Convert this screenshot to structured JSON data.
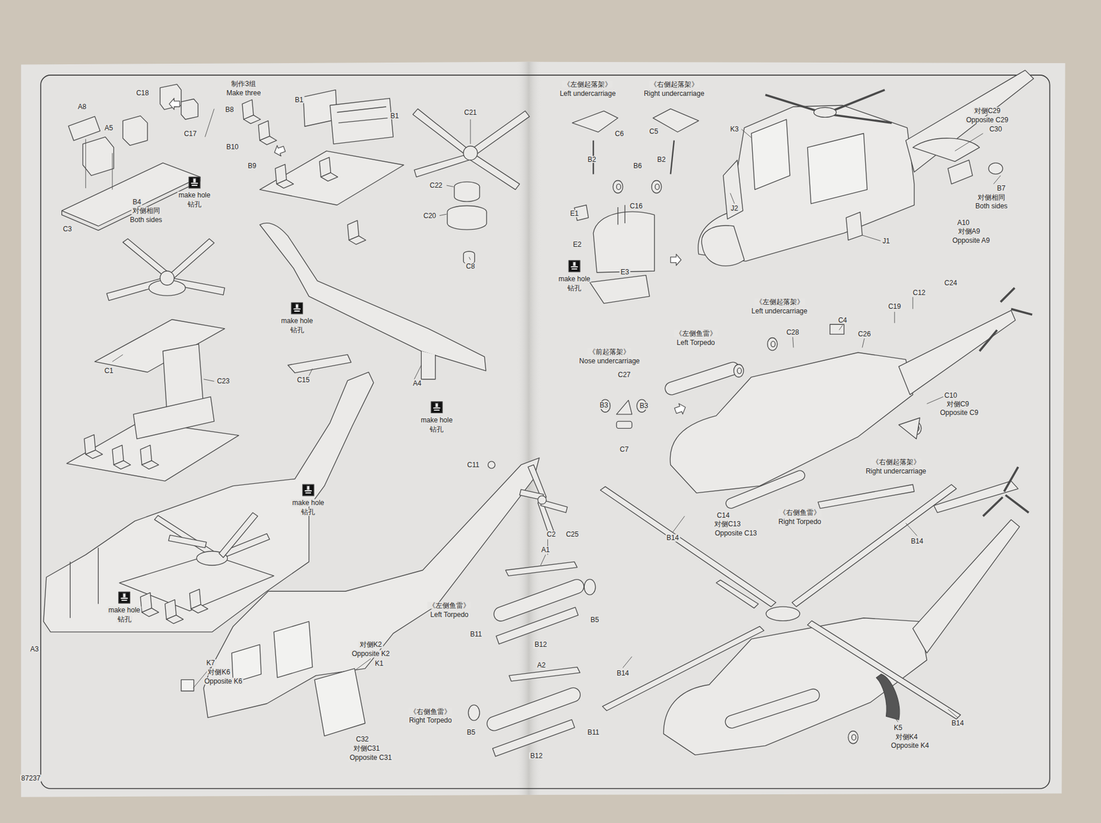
{
  "diagram": {
    "labels": [
      "C18",
      "C17",
      "A8",
      "A5",
      "B4",
      "对侧相同",
      "Both sides",
      "C3",
      "make hole",
      "钻孔",
      "制作3组",
      "Make three",
      "B8",
      "B10",
      "B9",
      "B1",
      "B1",
      "C21",
      "C22",
      "C20",
      "C8",
      "make hole",
      "钻孔",
      "C1",
      "C23",
      "C15",
      "A4",
      "make hole",
      "钻孔",
      "C11",
      "make hole",
      "钻孔",
      "C2",
      "C25",
      "A1",
      "make hole",
      "钻孔",
      "《左侧鱼雷》",
      "Left Torpedo",
      "B5",
      "B11",
      "B12",
      "对侧K2",
      "Opposite K2",
      "A3",
      "K1",
      "K7",
      "对侧K6",
      "Opposite K6",
      "A2",
      "《右侧鱼雷》",
      "Right Torpedo",
      "B5",
      "B11",
      "C32",
      "对侧C31",
      "Opposite C31",
      "B12",
      "87237",
      "《左侧起落架》",
      "Left undercarriage",
      "《右侧起落架》",
      "Right undercarriage",
      "C6",
      "C5",
      "B2",
      "B6",
      "B2",
      "E1",
      "C16",
      "E2",
      "E3",
      "make hole",
      "钻孔",
      "K3",
      "对侧C29",
      "Opposite C29",
      "C30",
      "J2",
      "B7",
      "对侧相同",
      "Both sides",
      "J1",
      "A10",
      "对侧A9",
      "Opposite A9",
      "C24",
      "C12",
      "《左侧起落架》",
      "Left undercarriage",
      "C19",
      "C4",
      "《左侧鱼雷》",
      "Left Torpedo",
      "C28",
      "C26",
      "《前起落架》",
      "Nose undercarriage",
      "C27",
      "C10",
      "对侧C9",
      "Opposite C9",
      "B3",
      "B3",
      "C7",
      "《右侧起落架》",
      "Right undercarriage",
      "C14",
      "对侧C13",
      "Opposite C13",
      "《右侧鱼雷》",
      "Right Torpedo",
      "B14",
      "B14",
      "B14",
      "B14",
      "K5",
      "对侧K4",
      "Opposite K4"
    ]
  }
}
